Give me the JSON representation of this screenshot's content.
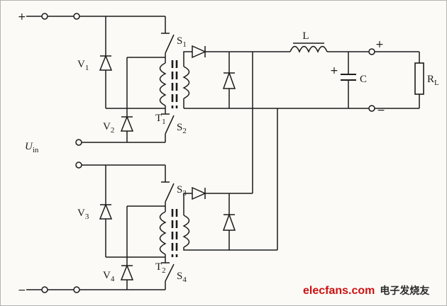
{
  "meta": {
    "bg": "#fbfaf6",
    "ink": "#1b1b1b",
    "red": "#cc1111",
    "border": "#b3b3b3"
  },
  "labels": {
    "input_plus": "+",
    "input_minus": "−",
    "uin_base": "U",
    "uin_sub": "in",
    "v1_base": "V",
    "v1_sub": "1",
    "v2_base": "V",
    "v2_sub": "2",
    "v3_base": "V",
    "v3_sub": "3",
    "v4_base": "V",
    "v4_sub": "4",
    "s1_base": "S",
    "s1_sub": "1",
    "s2_base": "S",
    "s2_sub": "2",
    "s3_base": "S",
    "s3_sub": "3",
    "s4_base": "S",
    "s4_sub": "4",
    "t1_base": "T",
    "t1_sub": "1",
    "t2_base": "T",
    "t2_sub": "2",
    "inductor": "L",
    "capacitor": "C",
    "cap_plus": "+",
    "out_plus": "+",
    "out_minus": "−",
    "rl_base": "R",
    "rl_sub": "L"
  },
  "watermark": {
    "brand": "elecfans",
    "tld": ".com",
    "chinese": "电子发烧友"
  }
}
